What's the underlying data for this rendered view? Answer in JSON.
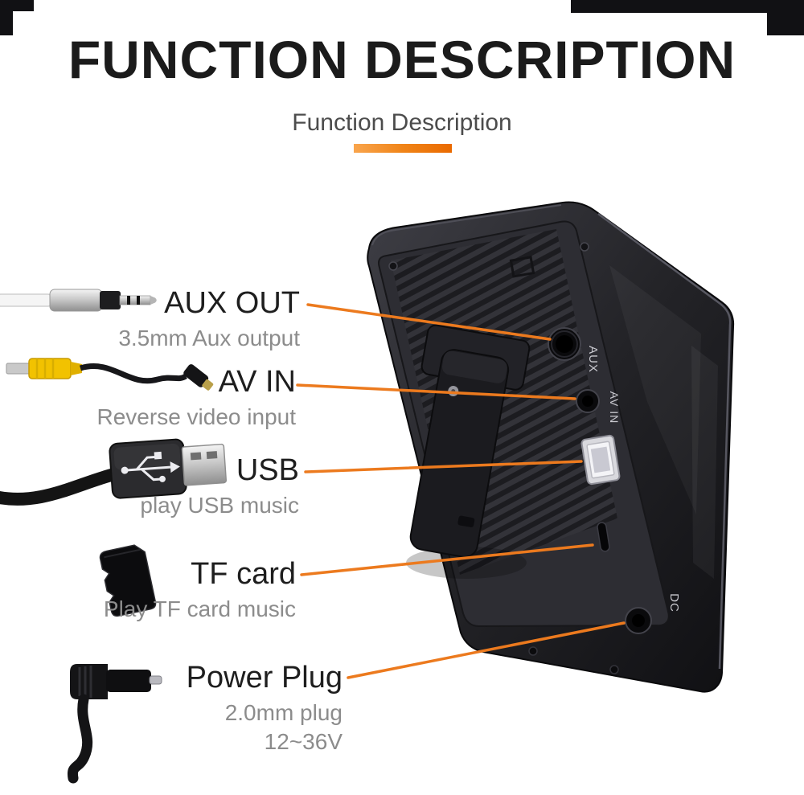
{
  "header": {
    "title": "FUNCTION DESCRIPTION",
    "subtitle": "Function Description"
  },
  "callouts": [
    {
      "label": "AUX OUT",
      "desc": "3.5mm Aux output"
    },
    {
      "label": "AV IN",
      "desc": "Reverse video input"
    },
    {
      "label": "USB",
      "desc": "play USB music"
    },
    {
      "label": "TF card",
      "desc": "Play TF card music"
    },
    {
      "label": "Power Plug",
      "desc": "2.0mm plug",
      "desc2": "12~36V"
    }
  ],
  "device": {
    "port_labels": {
      "aux": "AUX",
      "av_in": "AV IN",
      "dc": "DC"
    }
  },
  "colors": {
    "accent_orange": "#EC7A1E",
    "accent_orange_light": "#F9A54D",
    "title_black": "#1b1b1b",
    "subtitle_gray": "#4c4c4c",
    "desc_gray": "#8c8c8c",
    "device_dark": "#101013"
  }
}
